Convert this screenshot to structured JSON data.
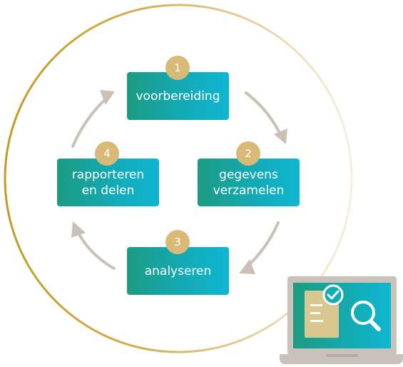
{
  "steps": [
    {
      "number": "1",
      "label": "voorbereiding"
    },
    {
      "number": "2",
      "label": "gegevens\nverzamelen"
    },
    {
      "number": "3",
      "label": "analyseren"
    },
    {
      "number": "4",
      "label": "rapporteren\nen delen"
    }
  ],
  "icons": {
    "laptop": "laptop-icon",
    "document": "document-icon",
    "check": "checkmark-icon",
    "search": "magnifier-icon"
  },
  "colors": {
    "ring_gold": "#c8a43a",
    "step_green": "#1c9b82",
    "step_cyan": "#0fb6d2",
    "badge_gold": "#d8b977",
    "arrow_gray": "#c9c0b6",
    "laptop_frame": "#c9c2bb",
    "doc_beige": "#d8c88f"
  }
}
